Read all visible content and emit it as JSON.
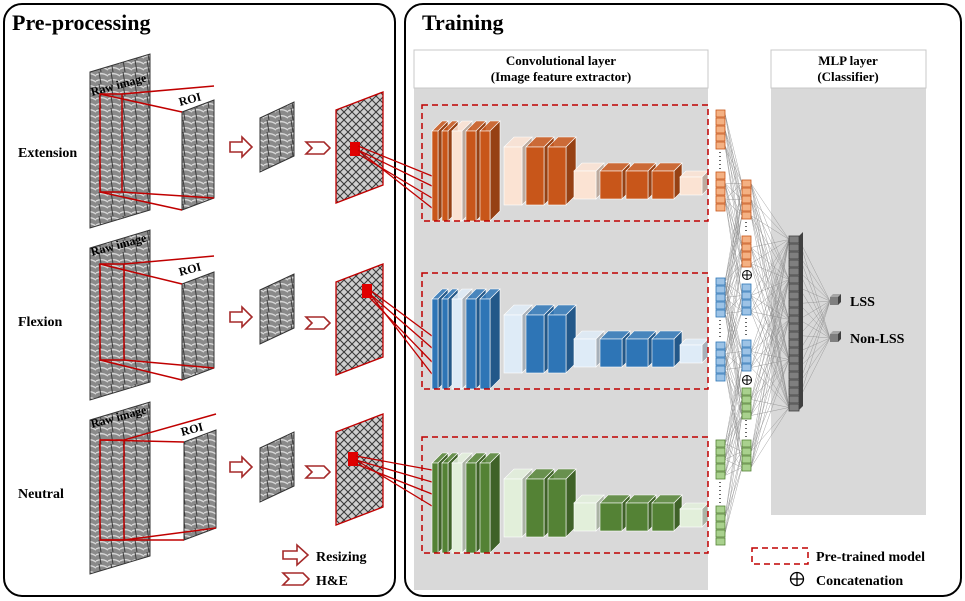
{
  "preprocessing": {
    "title": "Pre-processing",
    "rows": [
      {
        "label": "Extension",
        "raw_label": "Raw image",
        "roi_label": "ROI"
      },
      {
        "label": "Flexion",
        "raw_label": "Raw image",
        "roi_label": "ROI"
      },
      {
        "label": "Neutral",
        "raw_label": "Raw image",
        "roi_label": "ROI"
      }
    ],
    "legend": {
      "resizing": "Resizing",
      "he": "H&E"
    }
  },
  "training": {
    "title": "Training",
    "conv_header": {
      "line1": "Convolutional layer",
      "line2": "(Image feature extractor)"
    },
    "mlp_header": {
      "line1": "MLP layer",
      "line2": "(Classifier)"
    },
    "outputs": [
      "LSS",
      "Non-LSS"
    ],
    "legend": {
      "pretrained": "Pre-trained model",
      "concat": "Concatenation"
    }
  },
  "colors": {
    "extension": "#c8561a",
    "extension_light": "#fbe3d3",
    "flexion": "#2e75b6",
    "flexion_light": "#deebf7",
    "neutral": "#548235",
    "neutral_light": "#e2efda",
    "dashed_box": "#c00000",
    "panel_gray": "#d9d9d9",
    "mlp_gray": "#595959"
  },
  "icons": {
    "resize_arrow": "hollow-block-arrow-icon",
    "he_arrow": "chevron-arrow-icon",
    "concat": "circled-plus-icon"
  }
}
